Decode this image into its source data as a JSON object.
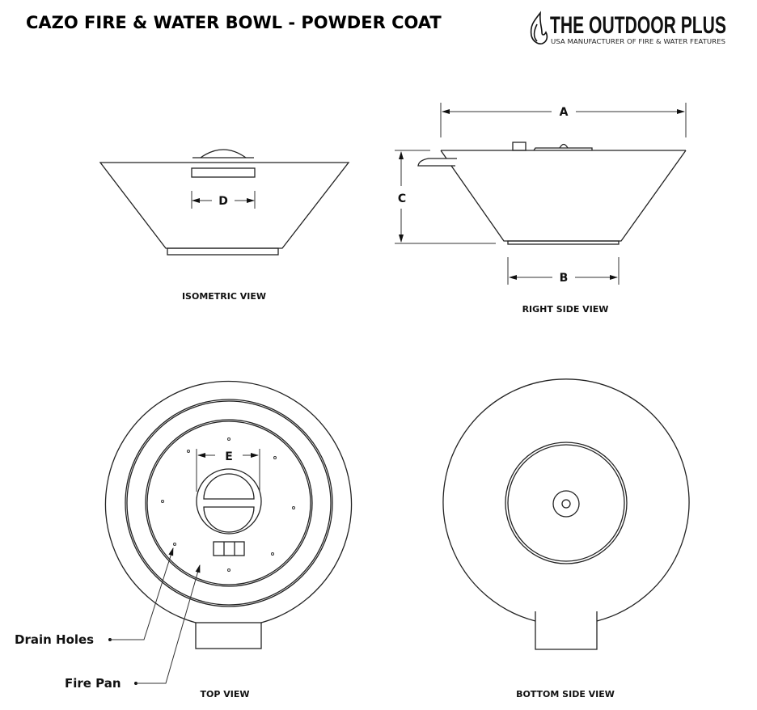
{
  "header": {
    "title": "CAZO FIRE & WATER BOWL - POWDER COAT",
    "logo_name": "THE OUTDOOR PLUS",
    "logo_tagline": "USA MANUFACTURER OF FIRE & WATER FEATURES"
  },
  "views": {
    "isometric": {
      "label": "ISOMETRIC VIEW",
      "dim_d": "D"
    },
    "right_side": {
      "label": "RIGHT SIDE VIEW",
      "dim_a": "A",
      "dim_b": "B",
      "dim_c": "C"
    },
    "top": {
      "label": "TOP VIEW",
      "dim_e": "E"
    },
    "bottom": {
      "label": "BOTTOM SIDE VIEW"
    }
  },
  "callouts": {
    "drain_holes": "Drain Holes",
    "fire_pan": "Fire Pan"
  }
}
